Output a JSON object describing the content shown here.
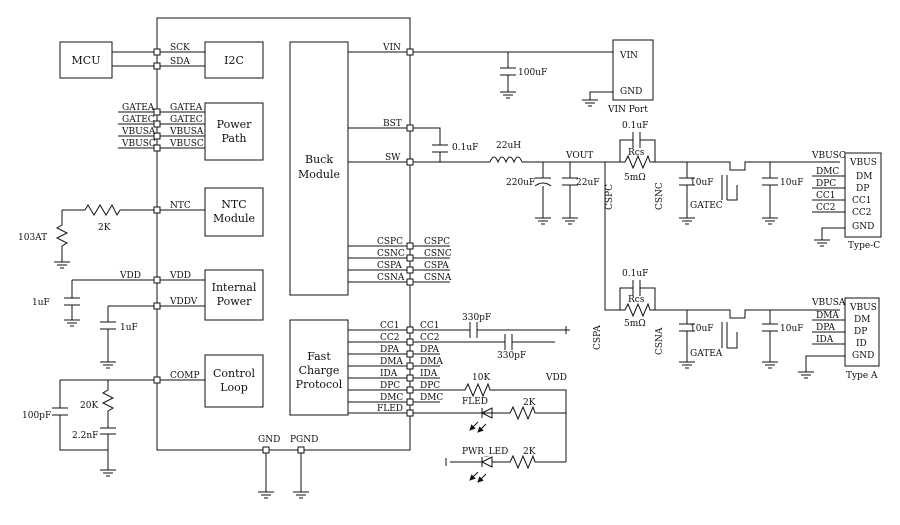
{
  "blocks": {
    "mcu": "MCU",
    "i2c": "I2C",
    "power_path": [
      "Power",
      "Path"
    ],
    "ntc_module": [
      "NTC",
      "Module"
    ],
    "internal_power": [
      "Internal",
      "Power"
    ],
    "control_loop": [
      "Control",
      "Loop"
    ],
    "buck_module": [
      "Buck",
      "Module"
    ],
    "fast_charge": [
      "Fast",
      "Charge",
      "Protocol"
    ],
    "vin_port": {
      "vin": "VIN",
      "gnd": "GND",
      "label": "VIN Port"
    },
    "type_c": {
      "pins": [
        "VBUS",
        "DM",
        "DP",
        "CC1",
        "CC2",
        "GND"
      ],
      "label": "Type-C"
    },
    "type_a": {
      "pins": [
        "VBUS",
        "DM",
        "DP",
        "ID",
        "GND"
      ],
      "label": "Type A"
    }
  },
  "pins": {
    "sck": "SCK",
    "sda": "SDA",
    "gatea": "GATEA",
    "gatec": "GATEC",
    "vbusa": "VBUSA",
    "vbusc": "VBUSC",
    "ntc": "NTC",
    "vdd": "VDD",
    "vddv": "VDDV",
    "comp": "COMP",
    "vin": "VIN",
    "bst": "BST",
    "sw": "SW",
    "cspc": "CSPC",
    "csnc": "CSNC",
    "cspa": "CSPA",
    "csna": "CSNA",
    "cc1": "CC1",
    "cc2": "CC2",
    "dpa": "DPA",
    "dma": "DMA",
    "ida": "IDA",
    "dpc": "DPC",
    "dmc": "DMC",
    "fled": "FLED",
    "gnd": "GND",
    "pgnd": "PGND"
  },
  "nets": {
    "vout": "VOUT",
    "vdd_top": "VDD",
    "gatec": "GATEC",
    "gatea": "GATEA",
    "vbusc": "VBUSC",
    "vbusa": "VBUSA",
    "dmc": "DMC",
    "dpc": "DPC",
    "cc1": "CC1",
    "cc2": "CC2",
    "dma": "DMA",
    "dpa": "DPA",
    "ida": "IDA",
    "cspc": "CSPC",
    "csnc": "CSNC",
    "cspa": "CSPA",
    "csna": "CSNA",
    "fled": "FLED",
    "pwr_led": "PWR_LED"
  },
  "components": {
    "c_vin": "100uF",
    "c_bst": "0.1uF",
    "l_out": "22uH",
    "c_out1": "220uF",
    "c_out2": "22uF",
    "rcs_c_cap": "0.1uF",
    "rcs_c": "Rcs",
    "rcs_c_val": "5mΩ",
    "c_vbusc1": "10uF",
    "c_vbusc2": "10uF",
    "rcs_a_cap": "0.1uF",
    "rcs_a": "Rcs",
    "rcs_a_val": "5mΩ",
    "c_vbusa1": "10uF",
    "c_vbusa2": "10uF",
    "c_cc1": "330pF",
    "c_cc2": "330pF",
    "r_vdd": "10K",
    "r_fled": "2K",
    "r_pwr": "2K",
    "r_ntc": "2K",
    "ntc": "103AT",
    "c_vdd": "1uF",
    "c_vddv": "1uF",
    "c_comp1": "100pF",
    "r_comp": "20K",
    "c_comp2": "2.2nF"
  }
}
